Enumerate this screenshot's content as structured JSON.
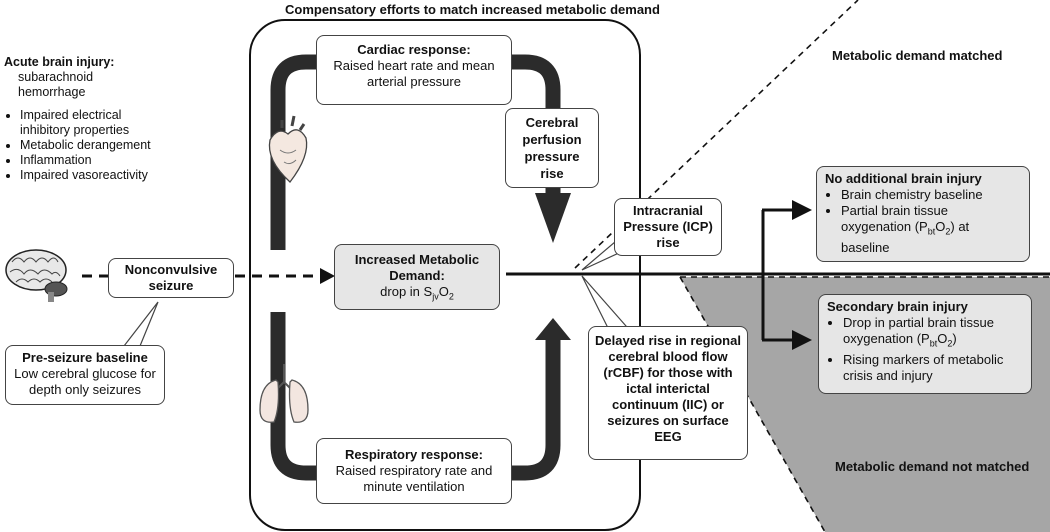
{
  "colors": {
    "dark": "#2b2b2b",
    "gray_region": "#a6a6a6",
    "box_gray": "#e6e6e6"
  },
  "title": "Compensatory efforts to match increased metabolic demand",
  "acute": {
    "heading": "Acute brain injury:",
    "sub": [
      "subarachnoid",
      "hemorrhage"
    ],
    "bullets": [
      "Impaired electrical inhibitory properties",
      "Metabolic derangement",
      "Inflammation",
      "Impaired vasoreactivity"
    ]
  },
  "nonconvulsive": "Nonconvulsive seizure",
  "preseizure": {
    "title": "Pre-seizure baseline",
    "text": "Low cerebral glucose for depth only seizures"
  },
  "cardiac": {
    "title": "Cardiac response:",
    "text": "Raised heart rate and mean arterial pressure"
  },
  "cpp": "Cerebral perfusion pressure rise",
  "metabolic": {
    "title": "Increased Metabolic Demand:",
    "text_pre": "drop in S",
    "text_sub1": "jv",
    "text_mid": "O",
    "text_sub2": "2"
  },
  "icp": "Intracranial Pressure (ICP) rise",
  "rcbf": "Delayed rise in regional cerebral blood flow (rCBF) for those with ictal interictal continuum (IIC) or seizures on surface EEG",
  "respiratory": {
    "title": "Respiratory response:",
    "text": "Raised respiratory rate and minute ventilation"
  },
  "matched": "Metabolic demand matched",
  "not_matched": "Metabolic demand not matched",
  "no_injury": {
    "title": "No additional brain injury",
    "b1": "Brain chemistry baseline",
    "b2_pre": "Partial brain tissue oxygenation (P",
    "b2_sub": "bt",
    "b2_mid": "O",
    "b2_sub2": "2",
    "b2_post": ")  at baseline"
  },
  "secondary": {
    "title": "Secondary brain injury",
    "b1_pre": "Drop in partial brain tissue oxygenation (P",
    "b1_sub": "bt",
    "b1_mid": "O",
    "b1_sub2": "2",
    "b1_post": ")",
    "b2": "Rising markers of metabolic crisis and injury"
  },
  "icons": [
    "brain-icon",
    "heart-icon",
    "lungs-icon"
  ]
}
